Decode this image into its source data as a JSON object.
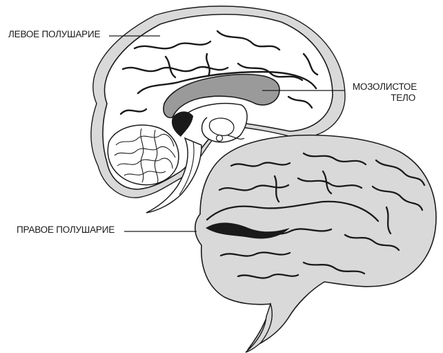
{
  "labels": {
    "left_hemisphere": "ЛЕВОЕ ПОЛУШАРИЕ",
    "corpus_callosum_line1": "МОЗОЛИСТОЕ",
    "corpus_callosum_line2": "ТЕЛО",
    "right_hemisphere": "ПРАВОЕ ПОЛУШАРИЕ"
  },
  "colors": {
    "outline": "#1a1a1a",
    "hemisphere_fill": "#ffffff",
    "halo_fill": "#d9d9d9",
    "right_hemisphere_fill": "#d9d9d9",
    "corpus_callosum_fill": "#9a9a9a",
    "background": "#ffffff"
  }
}
